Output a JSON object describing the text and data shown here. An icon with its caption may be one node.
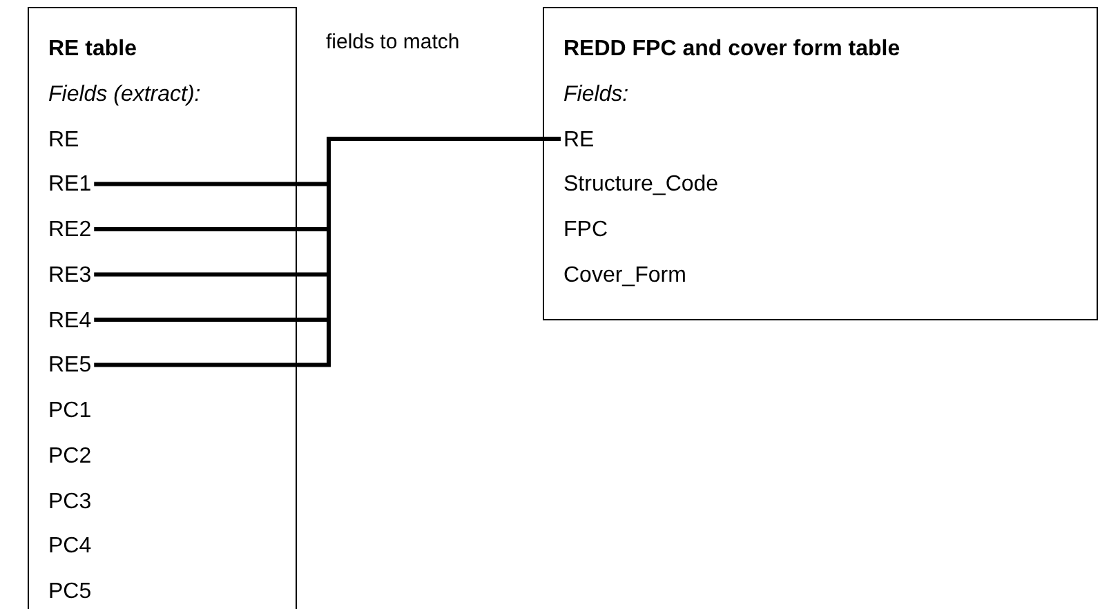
{
  "diagram": {
    "nodes": [
      {
        "text": [
          "RE table",
          "Fields (extract):"
        ]
      },
      {
        "text": [
          "RE"
        ],
        "in": 0
      },
      {
        "text": [
          "RE1"
        ],
        "in": 0
      },
      {
        "text": [
          "RE2"
        ],
        "in": 0
      },
      {
        "text": [
          "RE3"
        ],
        "in": 0
      },
      {
        "text": [
          "RE4"
        ],
        "in": 0
      },
      {
        "text": [
          "RE5"
        ],
        "in": 0
      },
      {
        "text": [
          "PC1"
        ],
        "in": 0
      },
      {
        "text": [
          "PC2"
        ],
        "in": 0
      },
      {
        "text": [
          "PC3"
        ],
        "in": 0
      },
      {
        "text": [
          "PC4"
        ],
        "in": 0
      },
      {
        "text": [
          "PC5"
        ],
        "in": 0
      },
      {
        "text": [
          "REDD FPC and cover form table",
          "Fields:"
        ]
      },
      {
        "text": [
          "RE"
        ],
        "in": 12
      },
      {
        "text": [
          "Structure_Code"
        ],
        "in": 12
      },
      {
        "text": [
          "FPC"
        ],
        "in": 12
      },
      {
        "text": [
          "Cover_Form"
        ],
        "in": 12
      }
    ],
    "edges": [
      {
        "from": 2,
        "to": 13,
        "arrow": "none"
      },
      {
        "from": 3,
        "to": 13,
        "arrow": "none"
      },
      {
        "from": 4,
        "to": 13,
        "arrow": "none"
      },
      {
        "from": 5,
        "to": 13,
        "arrow": "none"
      },
      {
        "from": 6,
        "to": 13,
        "arrow": "none"
      }
    ],
    "labels": [
      "fields to match"
    ]
  }
}
